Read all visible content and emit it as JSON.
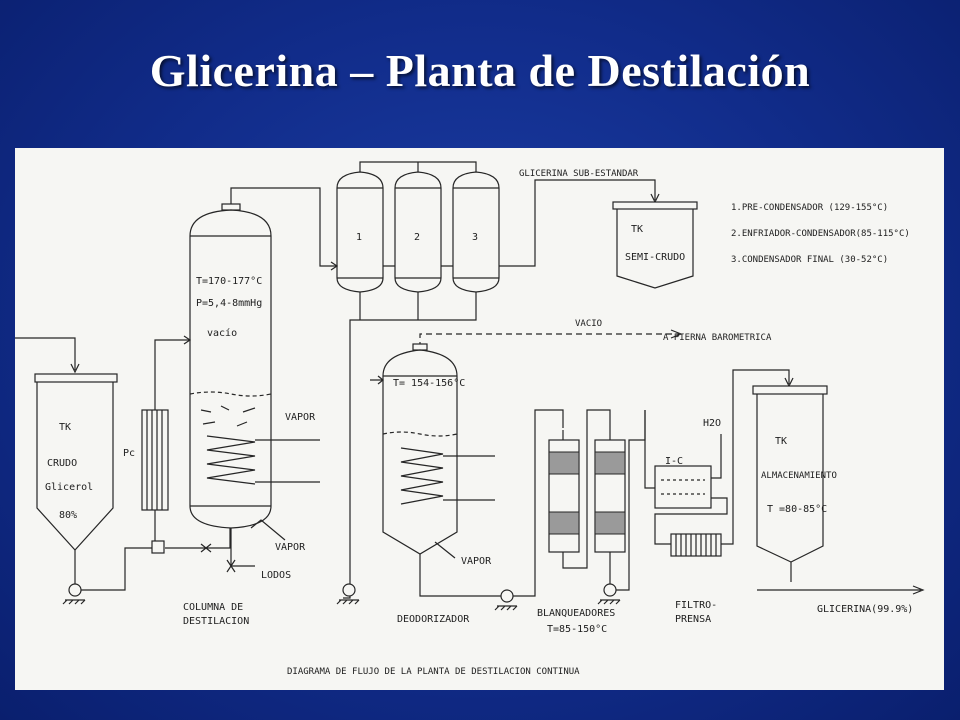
{
  "slide": {
    "title": "Glicerina – Planta de Destilación"
  },
  "diagram": {
    "caption": "DIAGRAMA DE FLUJO DE LA PLANTA DE DESTILACION CONTINUA",
    "tank_crude": {
      "l1": "TK",
      "l2": "CRUDO",
      "l3": "Glicerol",
      "l4": "80%"
    },
    "preheater_label": "Pc",
    "column": {
      "temp": "T=170-177°C",
      "pressure": "P=5,4-8mmHg",
      "vacuum": "vacío",
      "vapor": "VAPOR",
      "vapor_bottom": "VAPOR",
      "sludge": "LODOS",
      "name_l1": "COLUMNA DE",
      "name_l2": "DESTILACION"
    },
    "condensers": {
      "c1": "1",
      "c2": "2",
      "c3": "3"
    },
    "substandard_line": "GLICERINA SUB-ESTANDAR",
    "tank_semicrude": {
      "l1": "TK",
      "l2": "SEMI-CRUDO"
    },
    "legend": {
      "item1": "1.PRE-CONDENSADOR (129-155°C)",
      "item2": "2.ENFRIADOR-CONDENSADOR(85-115°C)",
      "item3": "3.CONDENSADOR FINAL (30-52°C)"
    },
    "vacuum_line": {
      "label": "VACIO",
      "dest": "A PIERNA BAROMETRICA"
    },
    "deodorizer": {
      "temp": "T= 154-156°C",
      "vapor": "VAPOR",
      "name": "DEODORIZADOR"
    },
    "bleachers": {
      "name": "BLANQUEADORES",
      "temp": "T=85-150°C"
    },
    "exchanger": {
      "label": "I-C",
      "water": "H2O"
    },
    "filter_press": {
      "l1": "FILTRO-",
      "l2": "PRENSA"
    },
    "tank_storage": {
      "l1": "TK",
      "l2": "ALMACENAMIENTO",
      "l3": "T =80-85°C"
    },
    "product": "GLICERINA(99.9%)"
  }
}
